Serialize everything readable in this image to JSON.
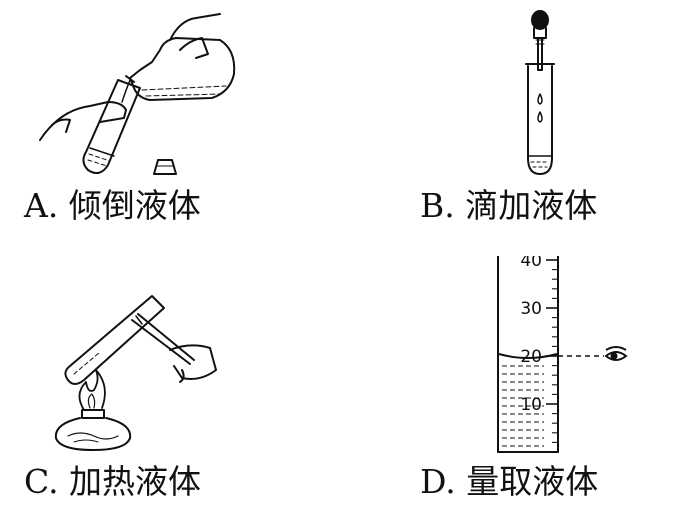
{
  "panels": {
    "a": {
      "caption": "A. 倾倒液体"
    },
    "b": {
      "caption": "B. 滴加液体"
    },
    "c": {
      "caption": "C. 加热液体"
    },
    "d": {
      "caption": "D. 量取液体",
      "scale_ticks": [
        "40",
        "30",
        "20",
        "10"
      ],
      "liquid_level": 20
    }
  },
  "icons": [
    "hand-icon",
    "reagent-bottle-icon",
    "test-tube-icon",
    "bottle-stopper-icon",
    "dropper-icon",
    "alcohol-lamp-icon",
    "test-tube-holder-icon",
    "graduated-cylinder-icon",
    "eye-icon"
  ]
}
